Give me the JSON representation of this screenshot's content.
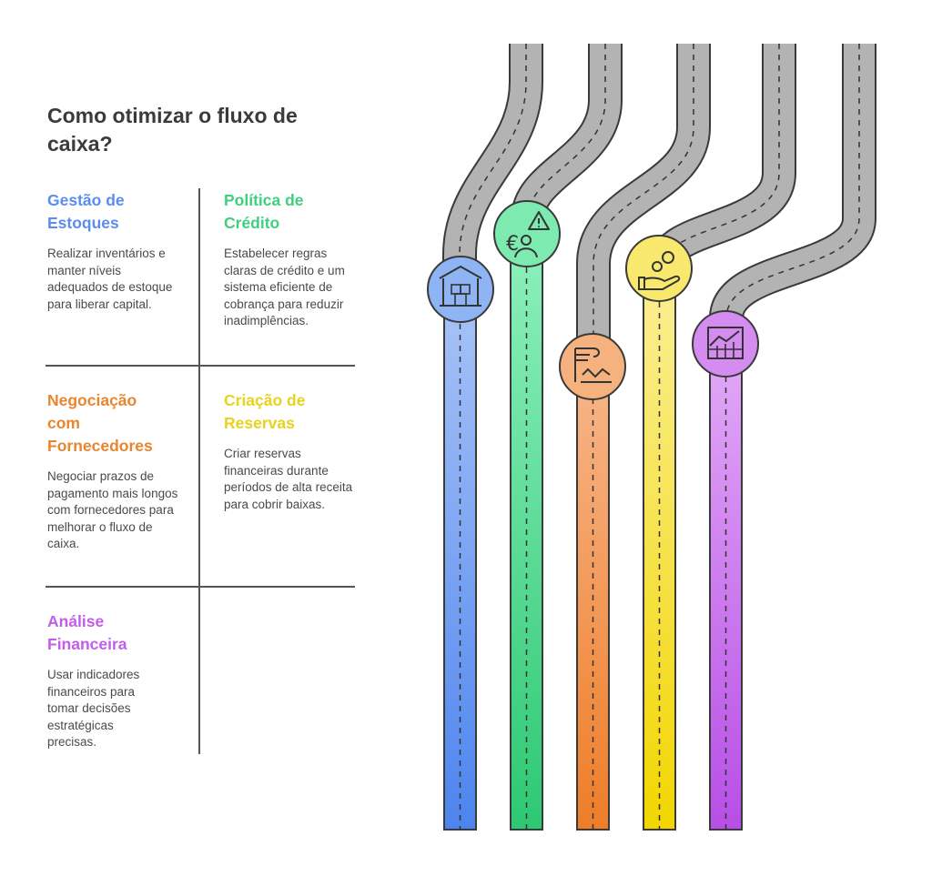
{
  "title": "Como otimizar o fluxo de caixa?",
  "items": [
    {
      "heading": "Gestão de Estoques",
      "text": "Realizar inventários e manter níveis adequados de estoque para liberar capital.",
      "color": "#5b8def",
      "icon": "warehouse-boxes-icon"
    },
    {
      "heading": "Política de Crédito",
      "text": "Estabelecer regras claras de crédito e um sistema eficiente de cobrança para reduzir inadimplências.",
      "color": "#3ecf7f",
      "icon": "euro-person-warning-icon"
    },
    {
      "heading": "Negociação com Fornecedores",
      "text": "Negociar prazos de pagamento mais longos com fornecedores para melhorar o fluxo de caixa.",
      "color": "#e8852f",
      "icon": "contract-handshake-icon"
    },
    {
      "heading": "Criação de Reservas",
      "text": "Criar reservas financeiras durante períodos de alta receita para cobrir baixas.",
      "color": "#e8d21c",
      "icon": "hand-coins-icon"
    },
    {
      "heading": "Análise Financeira",
      "text": "Usar indicadores financeiros para tomar decisões estratégicas precisas.",
      "color": "#c35de8",
      "icon": "chart-table-icon"
    }
  ]
}
